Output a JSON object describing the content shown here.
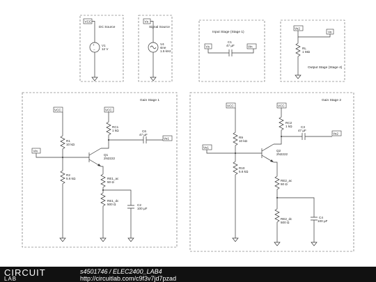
{
  "boxes": {
    "dc": {
      "title": "DC Source"
    },
    "sig": {
      "title": "Signal Source"
    },
    "input": {
      "title": "Input Stage (Stage 1)"
    },
    "output": {
      "title": "Output Stage (Stage 4)"
    },
    "gain1": {
      "title": "Gain Stage 1"
    },
    "gain2": {
      "title": "Gain Stage 2"
    }
  },
  "dc": {
    "tag": "VCC",
    "name": "V1",
    "value": "12 V"
  },
  "sig": {
    "tag": "Vs",
    "name": "V4",
    "value1": "sine",
    "value2": "1.5 kHz"
  },
  "input": {
    "left_tag": "Vs",
    "right_tag": "Vin",
    "cap_name": "C1",
    "cap_value": "47 µF"
  },
  "output": {
    "left_tag": "Vo2",
    "right_tag": "Vo",
    "res_name": "RL",
    "res_value": "1 MΩ"
  },
  "gain1": {
    "vcc1": "VCC",
    "vcc2": "VCC",
    "in_tag": "Vin",
    "out_tag": "Vo1",
    "r1": {
      "name": "R1",
      "value": "10 kΩ"
    },
    "r2": {
      "name": "R2",
      "value": "5.6 kΩ"
    },
    "rc": {
      "name": "RC1",
      "value": "1 kΩ"
    },
    "q": {
      "name": "Q1",
      "value": "2N2222"
    },
    "re_ac": {
      "name": "RE1_ac",
      "value": "50 Ω"
    },
    "re_dc": {
      "name": "RE1_dc",
      "value": "500 Ω"
    },
    "c_out": {
      "name": "C6",
      "value": "47 µF"
    },
    "c_e": {
      "name": "C2",
      "value": "100 µF"
    }
  },
  "gain2": {
    "vcc1": "VCC",
    "vcc2": "VCC",
    "in_tag": "Vo1",
    "out_tag": "Vo2",
    "r1": {
      "name": "R9",
      "value": "10 kΩ"
    },
    "r2": {
      "name": "R10",
      "value": "5.6 kΩ"
    },
    "rc": {
      "name": "RC2",
      "value": "1 kΩ"
    },
    "q": {
      "name": "Q2",
      "value": "2N2222"
    },
    "re_ac": {
      "name": "RE2_ac",
      "value": "50 Ω"
    },
    "re_dc": {
      "name": "RE2_dc",
      "value": "500 Ω"
    },
    "c_out": {
      "name": "C3",
      "value": "47 µF"
    },
    "c_e": {
      "name": "C4",
      "value": "100 µF"
    }
  },
  "footer": {
    "logo_top": "CIRCUIT",
    "logo_bottom": "LAB",
    "line1": "s4501746 / ELEC2400_LAB4",
    "line2": "http://circuitlab.com/c9f3v7jd7pzad"
  }
}
